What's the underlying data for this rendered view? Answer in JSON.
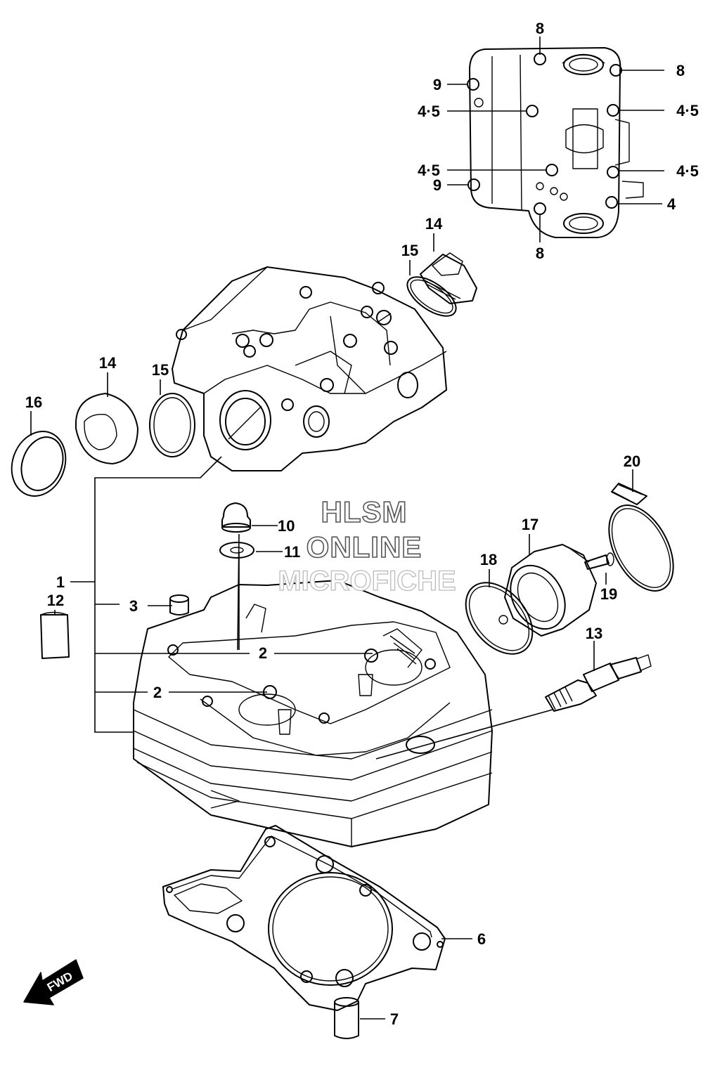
{
  "diagram": {
    "callouts": {
      "c1": "1",
      "c2a": "2",
      "c2b": "2",
      "c3": "3",
      "c4": "4",
      "c45a": "4·5",
      "c45b": "4·5",
      "c45c": "4·5",
      "c45d": "4·5",
      "c6": "6",
      "c7": "7",
      "c8a": "8",
      "c8b": "8",
      "c8c": "8",
      "c9a": "9",
      "c9b": "9",
      "c10": "10",
      "c11": "11",
      "c12": "12",
      "c13": "13",
      "c14a": "14",
      "c14b": "14",
      "c15a": "15",
      "c15b": "15",
      "c16": "16",
      "c17": "17",
      "c18": "18",
      "c19": "19",
      "c20": "20"
    },
    "watermark": {
      "line1": "HLSM",
      "line2": "ONLINE",
      "line3": "MICROFICHE"
    },
    "direction_badge": "FWD"
  }
}
